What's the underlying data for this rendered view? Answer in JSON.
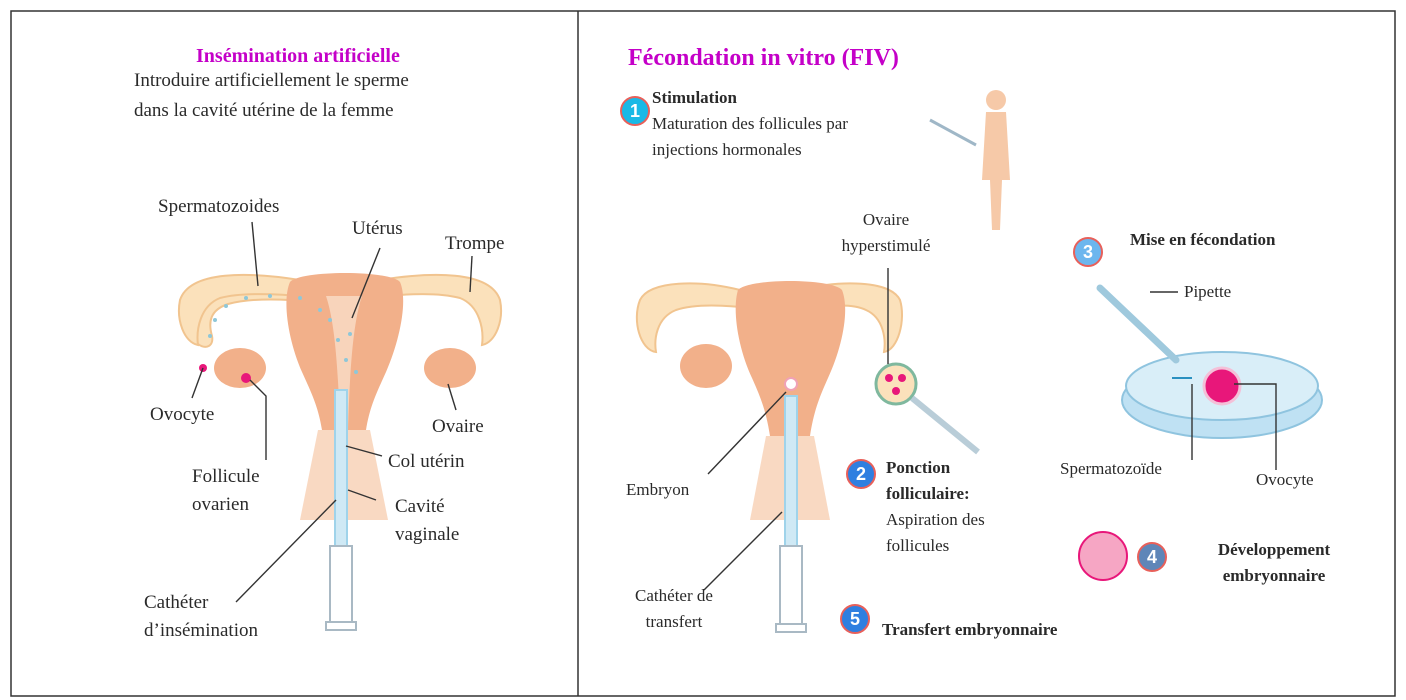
{
  "colors": {
    "magenta": "#c400c8",
    "uterus": "#f2b08a",
    "tube": "#fbe1bb",
    "catheter": "#9fd3ea",
    "ovocyte": "#e8177a",
    "badge_cyan": "#19b9e6",
    "badge_blue": "#2f7fe0",
    "badge_light": "#6cb6ee",
    "badge_grey": "#5f86b8"
  },
  "left": {
    "title": "Insémination artificielle",
    "desc_line1": "Introduire artificiellement le sperme",
    "desc_line2": "dans la cavité utérine de la femme",
    "labels": {
      "spermatozoides": "Spermatozoides",
      "uterus": "Utérus",
      "trompe": "Trompe",
      "ovocyte": "Ovocyte",
      "ovaire": "Ovaire",
      "follicule_line1": "Follicule",
      "follicule_line2": "ovarien",
      "col": "Col utérin",
      "cavite_line1": "Cavité",
      "cavite_line2": "vaginale",
      "catheter_line1": "Cathéter",
      "catheter_line2": "d’insémination"
    }
  },
  "right": {
    "title": "Fécondation in vitro (FIV)",
    "steps": [
      {
        "num": "1",
        "title": "Stimulation",
        "desc_line1": "Maturation des follicules par",
        "desc_line2": "injections hormonales",
        "icon": "person-silhouette-icon"
      },
      {
        "num": "2",
        "title_line1": "Ponction",
        "title_line2": "folliculaire:",
        "desc_line1": "Aspiration des",
        "desc_line2": "follicules"
      },
      {
        "num": "3",
        "title": "Mise en fécondation"
      },
      {
        "num": "4",
        "title_line1": "Développement",
        "title_line2": "embryonnaire"
      },
      {
        "num": "5",
        "title": "Transfert embryonnaire"
      }
    ],
    "labels": {
      "ovaire_line1": "Ovaire",
      "ovaire_line2": "hyperstimulé",
      "pipette": "Pipette",
      "spermatozoide": "Spermatozoïde",
      "ovocyte": "Ovocyte",
      "embryon": "Embryon",
      "catheter_line1": "Cathéter de",
      "catheter_line2": "transfert"
    }
  }
}
